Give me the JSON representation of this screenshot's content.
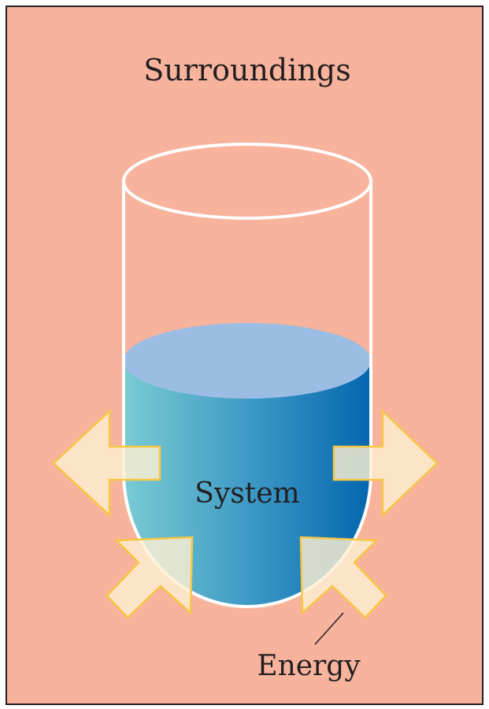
{
  "labels": {
    "surroundings": "Surroundings",
    "system": "System",
    "energy": "Energy"
  },
  "colors": {
    "surroundings_bg": "#f8b39d",
    "border": "#231f20",
    "container_outline": "#ffffff",
    "liquid_top": "#9bbde3",
    "liquid_left": "#7ccdd3",
    "liquid_right": "#0063ad",
    "arrow_fill": "#fdefd2",
    "arrow_outline": "#f6c744"
  }
}
